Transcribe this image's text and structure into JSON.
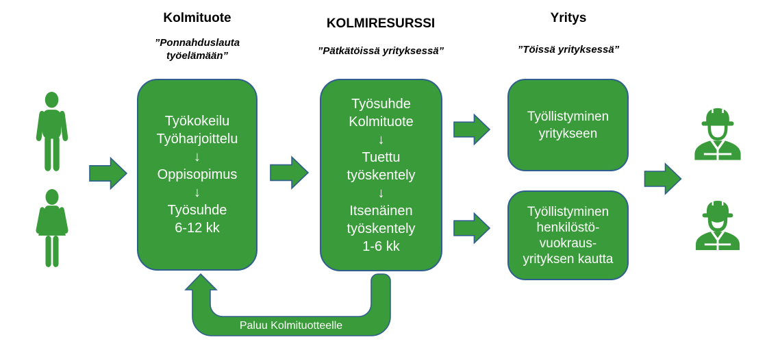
{
  "diagram_title": "",
  "colors": {
    "box_green": "#3a9b3a",
    "outline_blue": "#2e5f8f",
    "text_white": "#ffffff",
    "text_black": "#000000",
    "background": "#ffffff"
  },
  "headers": [
    {
      "title": "Kolmituote",
      "subtitle": "”Ponnahduslauta työelämään”"
    },
    {
      "title": "KOLMIRESURSSI",
      "subtitle": "”Pätkätöissä yrityksessä”"
    },
    {
      "title": "Yritys",
      "subtitle": "”Töissä yrityksessä”"
    }
  ],
  "boxes": {
    "kolmituote": {
      "lines": [
        "Työkokeilu",
        "Työharjoittelu",
        "↓",
        "Oppisopimus",
        "↓",
        "Työsuhde",
        "6-12 kk"
      ]
    },
    "kolmiresurssi": {
      "lines": [
        "Työsuhde",
        "Kolmituote",
        "↓",
        "Tuettu",
        "työskentely",
        "↓",
        "Itsenäinen",
        "työskentely",
        "1-6 kk"
      ]
    },
    "tyollistyminen_yritykseen": {
      "lines": [
        "Työllistyminen",
        "yritykseen"
      ]
    },
    "tyollistyminen_vuokraus": {
      "lines": [
        "Työllistyminen",
        "henkilöstö-",
        "vuokraus-",
        "yrityksen kautta"
      ]
    }
  },
  "return_arrow": {
    "label": "Paluu Kolmituotteelle"
  },
  "icons": {
    "left_figures": [
      "man-icon",
      "woman-icon"
    ],
    "right_figures": [
      "male-worker-icon",
      "female-worker-icon"
    ],
    "flow_arrows": [
      "right-arrow-icon",
      "right-arrow-icon",
      "right-arrow-icon",
      "right-arrow-icon",
      "right-arrow-icon"
    ],
    "loop_arrow": "u-turn-up-arrow-icon"
  }
}
